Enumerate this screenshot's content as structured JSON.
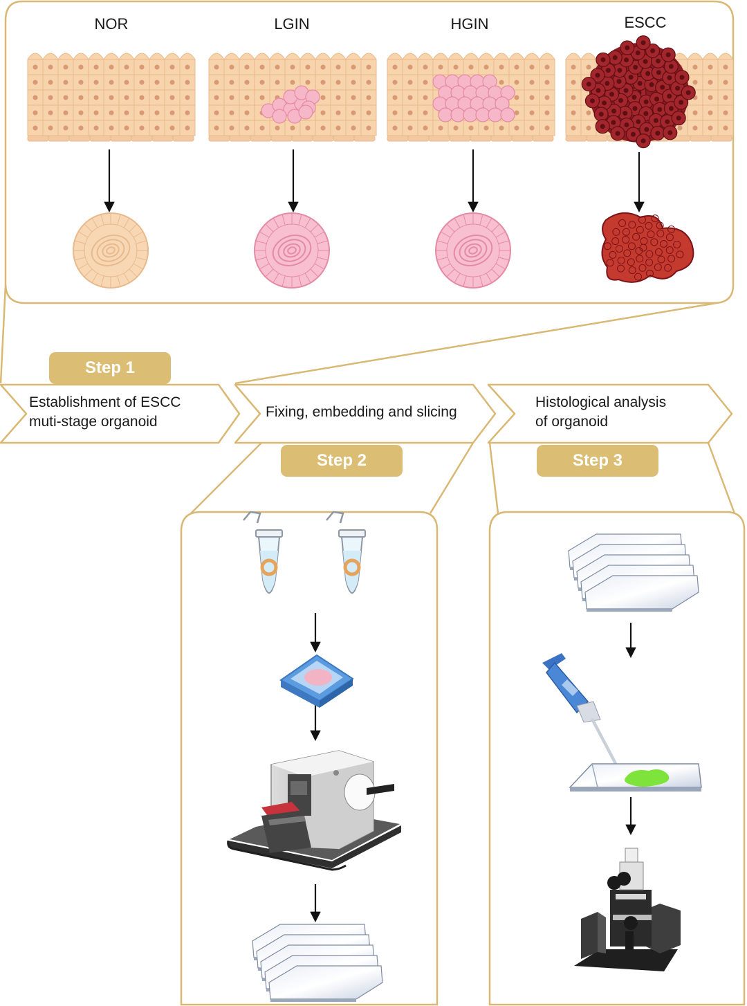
{
  "colors": {
    "frame": "#d9b874",
    "badge": "#dcbd74",
    "normal_cell": "#f7d4ac",
    "normal_cell_edge": "#e8b98c",
    "dysplasia": "#f6b7c8",
    "dysplasia_edge": "#e58aa5",
    "tumor": "#8e1b22",
    "tumor_light": "#c53a2f",
    "tube_liquid": "#d3ecf8",
    "cassette": "#5b9be0",
    "gel": "#7ee33a"
  },
  "stages": [
    {
      "label": "NOR"
    },
    {
      "label": "LGIN"
    },
    {
      "label": "HGIN"
    },
    {
      "label": "ESCC"
    }
  ],
  "steps": [
    {
      "badge": "Step 1",
      "line1": "Establishment of ESCC",
      "line2": "muti-stage organoid"
    },
    {
      "badge": "Step 2",
      "line1": "Fixing, embedding and slicing",
      "line2": ""
    },
    {
      "badge": "Step 3",
      "line1": "Histological analysis",
      "line2": "of organoid"
    }
  ],
  "icons": {
    "step2": [
      "microcentrifuge-tube-icon",
      "embedding-cassette-icon",
      "microtome-icon",
      "glass-slides-icon"
    ],
    "step3": [
      "glass-slides-icon",
      "pipette-icon",
      "stained-slide-icon",
      "microscope-icon"
    ]
  }
}
